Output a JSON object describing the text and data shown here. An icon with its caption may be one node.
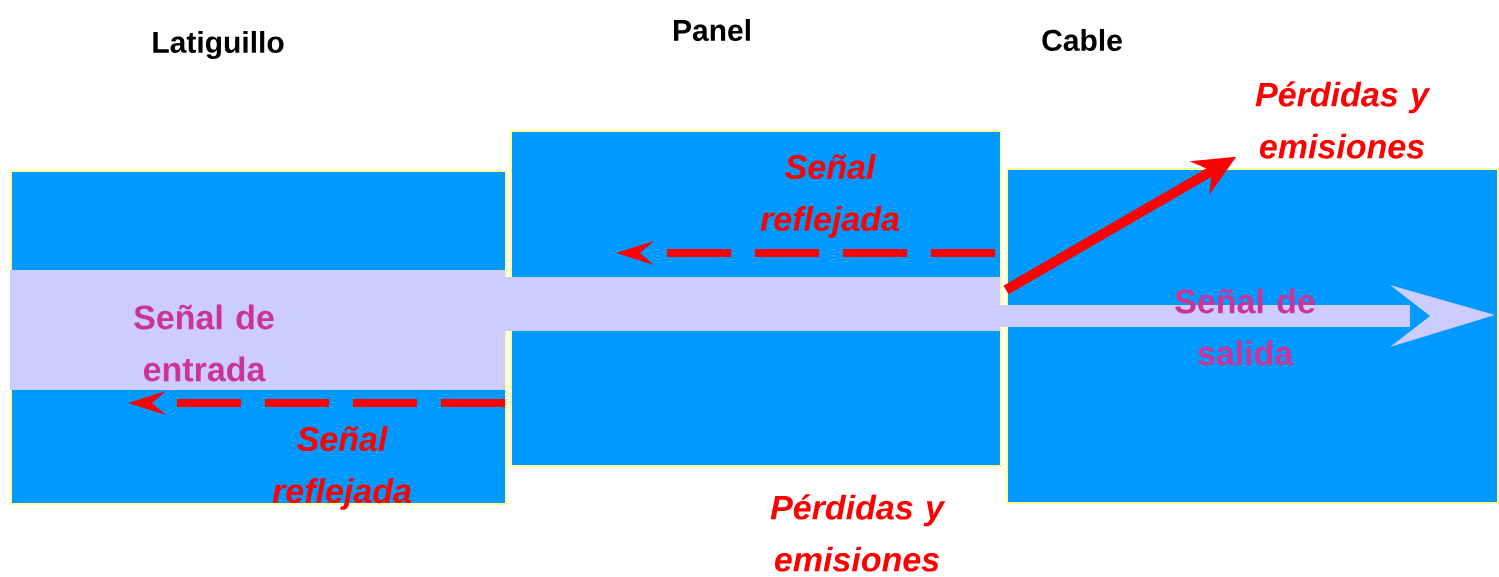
{
  "diagram": {
    "nodes": [
      {
        "text": [],
        "shape": "box"
      },
      {
        "text": [],
        "shape": "box"
      },
      {
        "text": [],
        "shape": "box"
      },
      {
        "text": [
          "Pérdidas y emisiones"
        ]
      }
    ],
    "edges": [
      {
        "from": 2,
        "to": 3,
        "arrow": "to"
      }
    ],
    "labels": [
      "Latiguillo",
      "Panel",
      "Cable",
      "Señal reflejada",
      "Señal de entrada",
      "Señal de salida",
      "Señal reflejada",
      "Pérdidas y emisiones"
    ]
  }
}
